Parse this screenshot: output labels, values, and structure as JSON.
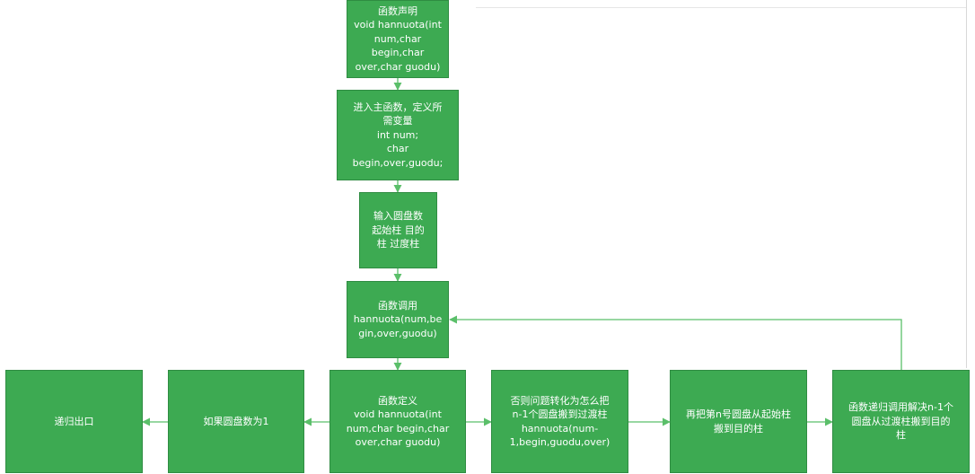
{
  "diagram": {
    "line_color": "#5bbf6a",
    "node_fill": "#3daa52",
    "node_border": "#2f8c42",
    "node_text_color": "#ffffff",
    "nodes": {
      "declaration": {
        "lines": [
          "函数声明",
          "void hannuota(int",
          "num,char",
          "begin,char",
          "over,char guodu)"
        ]
      },
      "main_vars": {
        "lines": [
          "进入主函数，定义所",
          "需变量",
          "int num;",
          "char",
          "begin,over,guodu;"
        ]
      },
      "input": {
        "lines": [
          "输入圆盘数",
          "起始柱 目的",
          "柱 过度柱"
        ]
      },
      "call": {
        "lines": [
          "函数调用",
          "hannuota(num,be",
          "gin,over,guodu)"
        ]
      },
      "definition": {
        "lines": [
          "函数定义",
          "void hannuota(int",
          "num,char begin,char",
          "over,char guodu)"
        ]
      },
      "if_one": {
        "lines": [
          "如果圆盘数为1"
        ]
      },
      "exit": {
        "lines": [
          "递归出口"
        ]
      },
      "else_move": {
        "lines": [
          "否则问题转化为怎么把",
          "n-1个圆盘搬到过渡柱",
          "hannuota(num-",
          "1,begin,guodu,over)"
        ]
      },
      "move_nth": {
        "lines": [
          "再把第n号圆盘从起始柱",
          "搬到目的柱"
        ]
      },
      "recurse": {
        "lines": [
          "函数递归调用解决n-1个",
          "圆盘从过渡柱搬到目的",
          "柱"
        ]
      }
    }
  }
}
